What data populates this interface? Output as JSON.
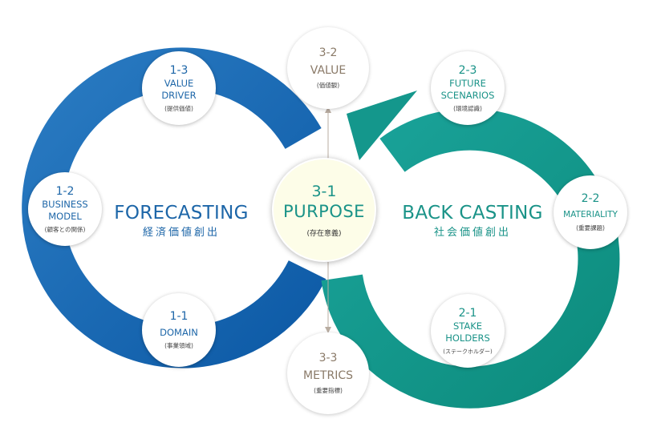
{
  "left_label": {
    "en": "FORECASTING",
    "jp": "経済価値創出"
  },
  "right_label": {
    "en": "BACK CASTING",
    "jp": "社会価値創出"
  },
  "purpose": {
    "num": "3-1",
    "title": "PURPOSE",
    "sub": "(存在意義)"
  },
  "nodes": {
    "value": {
      "num": "3-2",
      "title": "VALUE",
      "sub": "(価値観)"
    },
    "metrics": {
      "num": "3-3",
      "title": "METRICS",
      "sub": "(重要指標)"
    },
    "value_driver": {
      "num": "1-3",
      "title": "VALUE\nDRIVER",
      "sub": "(提供価値)"
    },
    "business_model": {
      "num": "1-2",
      "title": "BUSINESS\nMODEL",
      "sub": "(顧客との関係)"
    },
    "domain": {
      "num": "1-1",
      "title": "DOMAIN",
      "sub": "(事業領域)"
    },
    "future_scenarios": {
      "num": "2-3",
      "title": "FUTURE\nSCENARIOS",
      "sub": "(環境認識)"
    },
    "materiality": {
      "num": "2-2",
      "title": "MATERIALITY",
      "sub": "(重要課題)"
    },
    "stake_holders": {
      "num": "2-1",
      "title": "STAKE\nHOLDERS",
      "sub": "(ステークホルダー)"
    }
  },
  "colors": {
    "blue": "#1d66a8",
    "teal": "#1a9388",
    "brown": "#8a7a68",
    "purpose_fill": "#fdfde8"
  }
}
